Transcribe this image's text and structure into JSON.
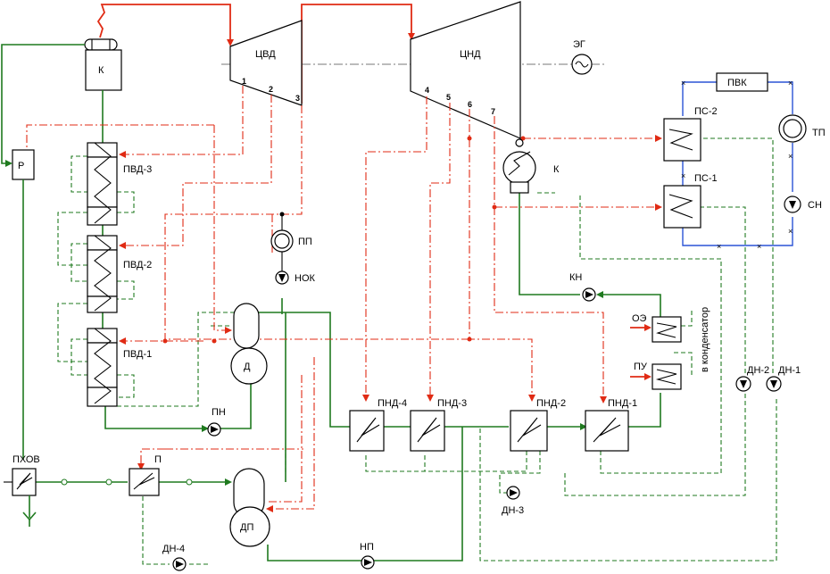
{
  "labels": {
    "k_boiler": "К",
    "r": "Р",
    "pvd3": "ПВД-3",
    "pvd2": "ПВД-2",
    "pvd1": "ПВД-1",
    "tsvd": "ЦВД",
    "tsnd": "ЦНД",
    "eg": "ЭГ",
    "pp": "ПП",
    "nok": "НОК",
    "d": "Д",
    "pn": "ПН",
    "k_cond": "К",
    "kn": "КН",
    "pvk": "ПВК",
    "ps2": "ПС-2",
    "ps1": "ПС-1",
    "tp": "ТП",
    "sn": "СН",
    "oe": "ОЭ",
    "pu": "ПУ",
    "v_kondensator": "в конденсатор",
    "dn2": "ДН-2",
    "dn1": "ДН-1",
    "pnd4": "ПНД-4",
    "pnd3": "ПНД-3",
    "pnd2": "ПНД-2",
    "pnd1": "ПНД-1",
    "dn3": "ДН-3",
    "dp": "ДП",
    "np": "НП",
    "p": "П",
    "pkhov": "ПХОВ",
    "dn4": "ДН-4",
    "ext1": "1",
    "ext2": "2",
    "ext3": "3",
    "ext4": "4",
    "ext5": "5",
    "ext6": "6",
    "ext7": "7"
  },
  "colors": {
    "feedwater": "#1f7a1f",
    "steam": "#e02b14",
    "network_water": "#2b54d6",
    "equipment": "#000000"
  }
}
